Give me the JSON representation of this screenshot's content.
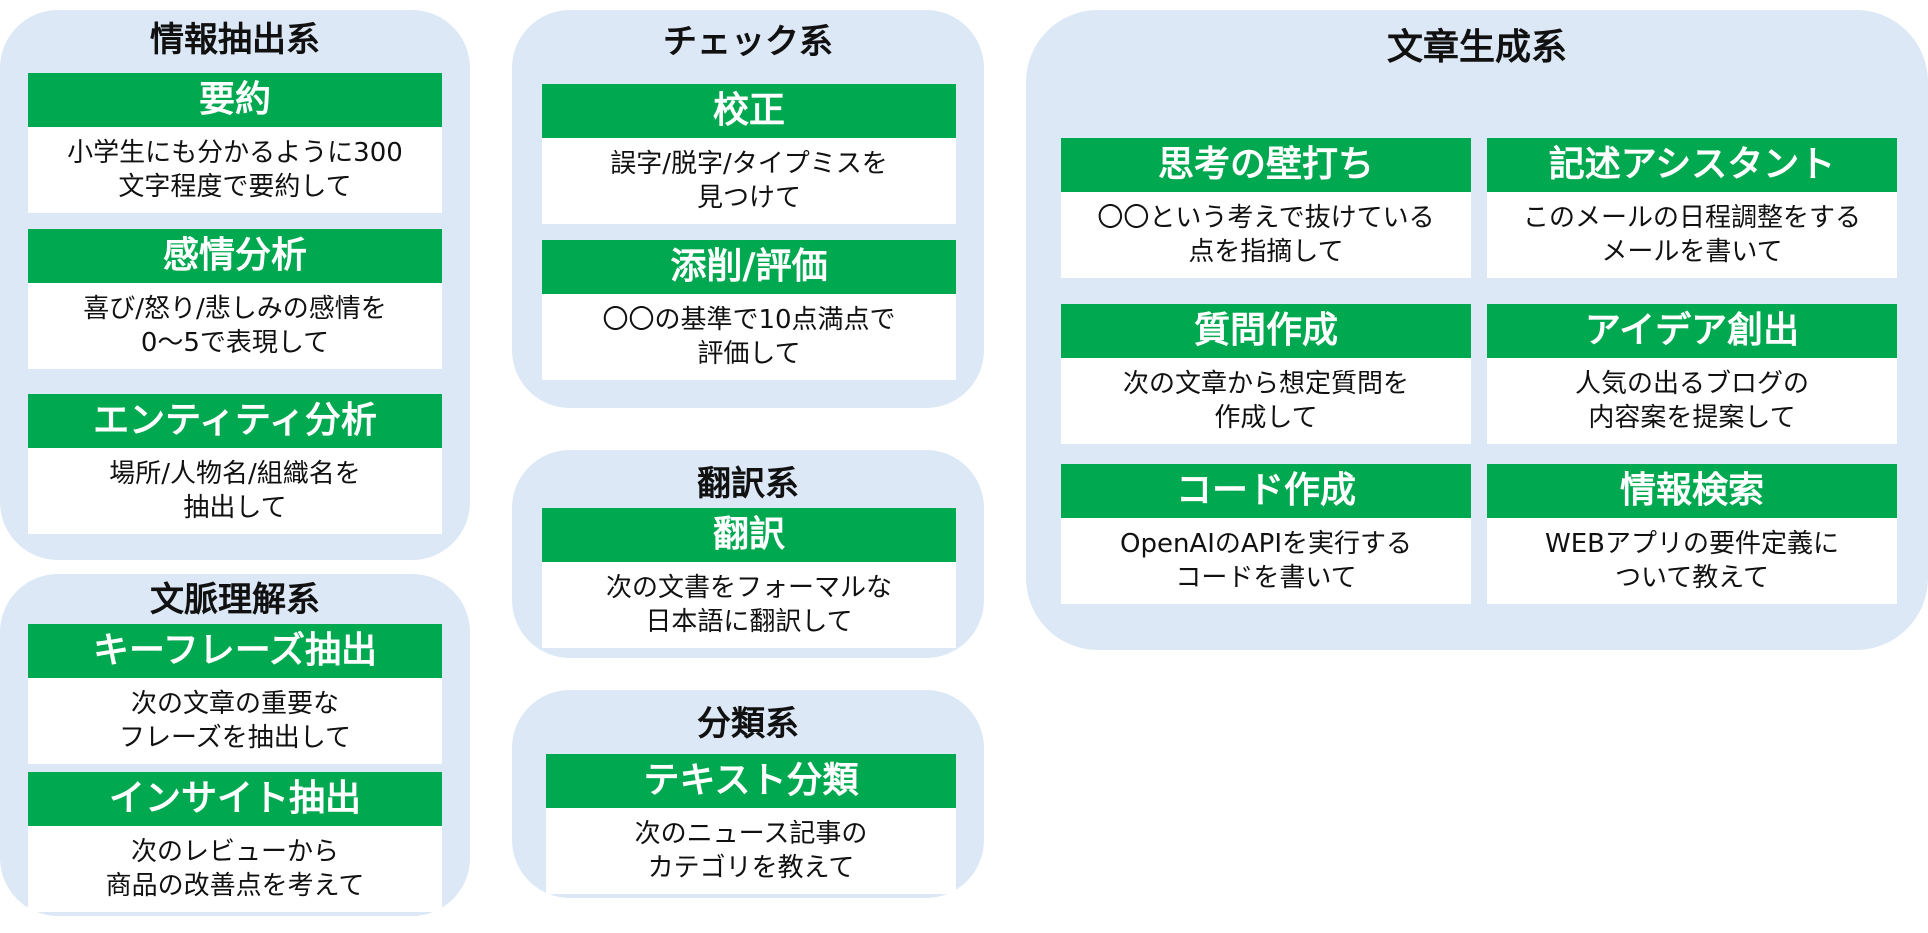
{
  "colors": {
    "panel": "#dce8f6",
    "header": "#00a850",
    "header_text": "#ffffff",
    "body": "#ffffff"
  },
  "groups": [
    {
      "title": "情報抽出系",
      "cards": [
        {
          "title": "要約",
          "lines": [
            "小学生にも分かるように300",
            "文字程度で要約して"
          ]
        },
        {
          "title": "感情分析",
          "lines": [
            "喜び/怒り/悲しみの感情を",
            "0～5で表現して"
          ]
        },
        {
          "title": "エンティティ分析",
          "lines": [
            "場所/人物名/組織名を",
            "抽出して"
          ]
        }
      ]
    },
    {
      "title": "文脈理解系",
      "cards": [
        {
          "title": "キーフレーズ抽出",
          "lines": [
            "次の文章の重要な",
            "フレーズを抽出して"
          ]
        },
        {
          "title": "インサイト抽出",
          "lines": [
            "次のレビューから",
            "商品の改善点を考えて"
          ]
        }
      ]
    },
    {
      "title": "チェック系",
      "cards": [
        {
          "title": "校正",
          "lines": [
            "誤字/脱字/タイプミスを",
            "見つけて"
          ]
        },
        {
          "title": "添削/評価",
          "lines": [
            "〇〇の基準で10点満点で",
            "評価して"
          ]
        }
      ]
    },
    {
      "title": "翻訳系",
      "cards": [
        {
          "title": "翻訳",
          "lines": [
            "次の文書をフォーマルな",
            "日本語に翻訳して"
          ]
        }
      ]
    },
    {
      "title": "分類系",
      "cards": [
        {
          "title": "テキスト分類",
          "lines": [
            "次のニュース記事の",
            "カテゴリを教えて"
          ]
        }
      ]
    },
    {
      "title": "文章生成系",
      "cards": [
        {
          "title": "思考の壁打ち",
          "lines": [
            "〇〇という考えで抜けている",
            "点を指摘して"
          ]
        },
        {
          "title": "記述アシスタント",
          "lines": [
            "このメールの日程調整をする",
            "メールを書いて"
          ]
        },
        {
          "title": "質問作成",
          "lines": [
            "次の文章から想定質問を",
            "作成して"
          ]
        },
        {
          "title": "アイデア創出",
          "lines": [
            "人気の出るブログの",
            "内容案を提案して"
          ]
        },
        {
          "title": "コード作成",
          "lines": [
            "OpenAIのAPIを実行する",
            "コードを書いて"
          ]
        },
        {
          "title": "情報検索",
          "lines": [
            "WEBアプリの要件定義に",
            "ついて教えて"
          ]
        }
      ]
    }
  ]
}
